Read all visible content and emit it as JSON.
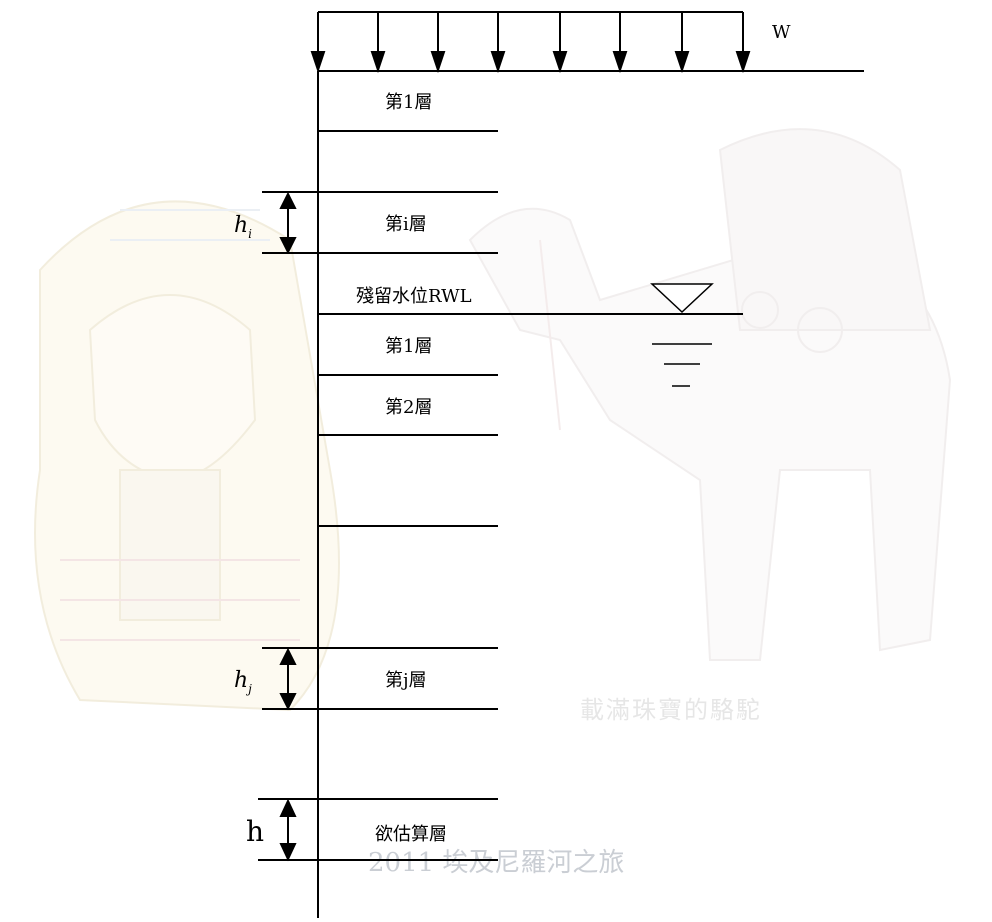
{
  "load_label": "W",
  "layers_above": [
    "第1層",
    "第i層"
  ],
  "rwl_label": "殘留水位RWL",
  "layers_below": [
    "第1層",
    "第2層",
    "第j層"
  ],
  "target_layer": "欲估算層",
  "thickness_labels": {
    "hi_base": "h",
    "hi_sub": "i",
    "hj_base": "h",
    "hj_sub": "j",
    "h": "h"
  },
  "watermark_caption": "載滿珠寶的駱駝",
  "watermark_trip": "2011 埃及尼羅河之旅"
}
